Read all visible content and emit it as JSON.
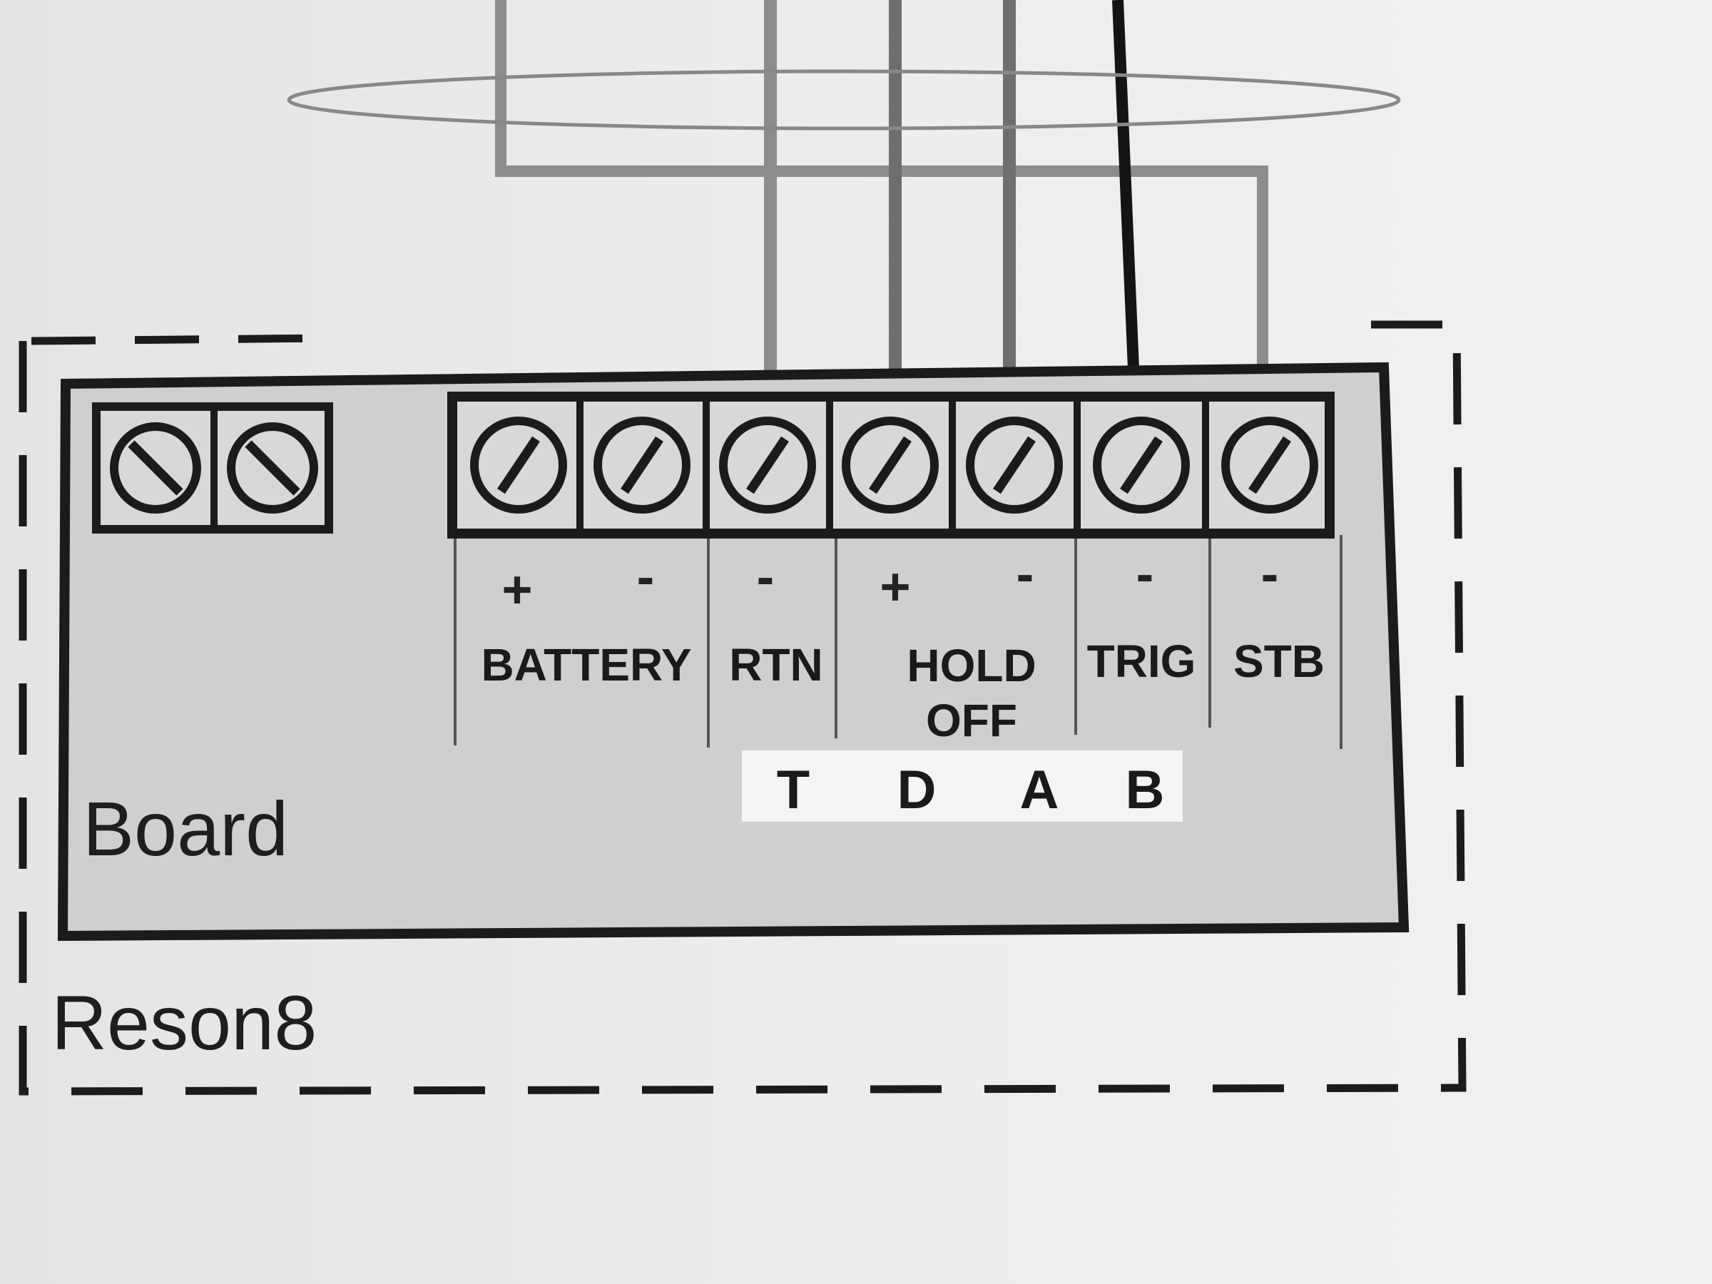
{
  "board_label": "Board",
  "enclosure_label": "Reson8",
  "terminal_labels": {
    "battery": "BATTERY",
    "rtn": "RTN",
    "hold_off": "HOLD OFF",
    "trig": "TRIG",
    "stb": "STB"
  },
  "polarities": [
    "+",
    "-",
    "-",
    "+",
    "-",
    "-",
    "-"
  ],
  "wire_labels": [
    "T",
    "D",
    "A",
    "B"
  ],
  "colors": {
    "line": "#1b1b1b",
    "wire_gray": "#8c8c8a",
    "wire_dark_gray": "#6e6e6c",
    "wire_black": "#141414",
    "board_fill": "#cfcfcd"
  }
}
